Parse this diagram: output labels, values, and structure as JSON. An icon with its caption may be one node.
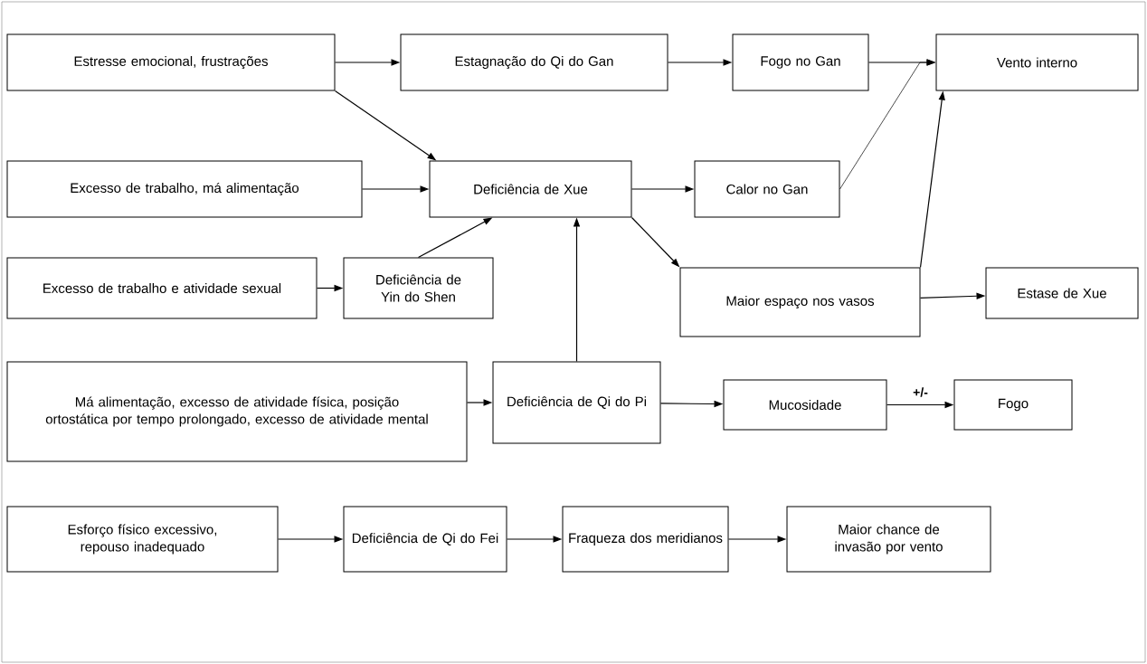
{
  "diagram": {
    "nodes": [
      {
        "text": [
          "Estresse emocional, frustrações"
        ]
      },
      {
        "text": [
          "Estagnação do Qi do Gan"
        ]
      },
      {
        "text": [
          "Fogo no Gan"
        ]
      },
      {
        "text": [
          "Vento interno"
        ]
      },
      {
        "text": [
          "Excesso de trabalho, má alimentação"
        ]
      },
      {
        "text": [
          "Deficiência de Xue"
        ]
      },
      {
        "text": [
          "Calor no Gan"
        ]
      },
      {
        "text": [
          "Excesso de trabalho e atividade sexual"
        ]
      },
      {
        "text": [
          "Deficiência de Yin do Shen"
        ]
      },
      {
        "text": [
          "Maior espaço nos vasos"
        ]
      },
      {
        "text": [
          "Estase de Xue"
        ]
      },
      {
        "text": [
          "Má alimentação, excesso de atividade física, posição ortostática por tempo prolongado, excesso de atividade mental"
        ]
      },
      {
        "text": [
          "Deficiência de Qi do Pi"
        ]
      },
      {
        "text": [
          "Mucosidade"
        ]
      },
      {
        "text": [
          "Fogo"
        ]
      },
      {
        "text": [
          "Esforço físico excessivo, repouso inadequado"
        ]
      },
      {
        "text": [
          "Deficiência de Qi do Fei"
        ]
      },
      {
        "text": [
          "Fraqueza dos meridianos"
        ]
      },
      {
        "text": [
          "Maior chance de invasão por vento"
        ]
      }
    ],
    "edges": [
      {
        "from": 0,
        "to": 1,
        "arrow": "to"
      },
      {
        "from": 0,
        "to": 5,
        "arrow": "to"
      },
      {
        "from": 1,
        "to": 2,
        "arrow": "to"
      },
      {
        "from": 2,
        "to": 3,
        "arrow": "to"
      },
      {
        "from": 6,
        "to": 3,
        "arrow": "to"
      },
      {
        "from": 4,
        "to": 5,
        "arrow": "to"
      },
      {
        "from": 5,
        "to": 6,
        "arrow": "to"
      },
      {
        "from": 5,
        "to": 9,
        "arrow": "to"
      },
      {
        "from": 7,
        "to": 8,
        "arrow": "to"
      },
      {
        "from": 8,
        "to": 5,
        "arrow": "to"
      },
      {
        "from": 9,
        "to": 3,
        "arrow": "to"
      },
      {
        "from": 9,
        "to": 10,
        "arrow": "to"
      },
      {
        "from": 11,
        "to": 12,
        "arrow": "to"
      },
      {
        "from": 12,
        "to": 5,
        "arrow": "to"
      },
      {
        "from": 12,
        "to": 13,
        "arrow": "to"
      },
      {
        "from": 13,
        "to": 14,
        "label": "+/-",
        "arrow": "to"
      },
      {
        "from": 15,
        "to": 16,
        "arrow": "to"
      },
      {
        "from": 16,
        "to": 17,
        "arrow": "to"
      },
      {
        "from": 17,
        "to": 18,
        "arrow": "to"
      }
    ]
  }
}
